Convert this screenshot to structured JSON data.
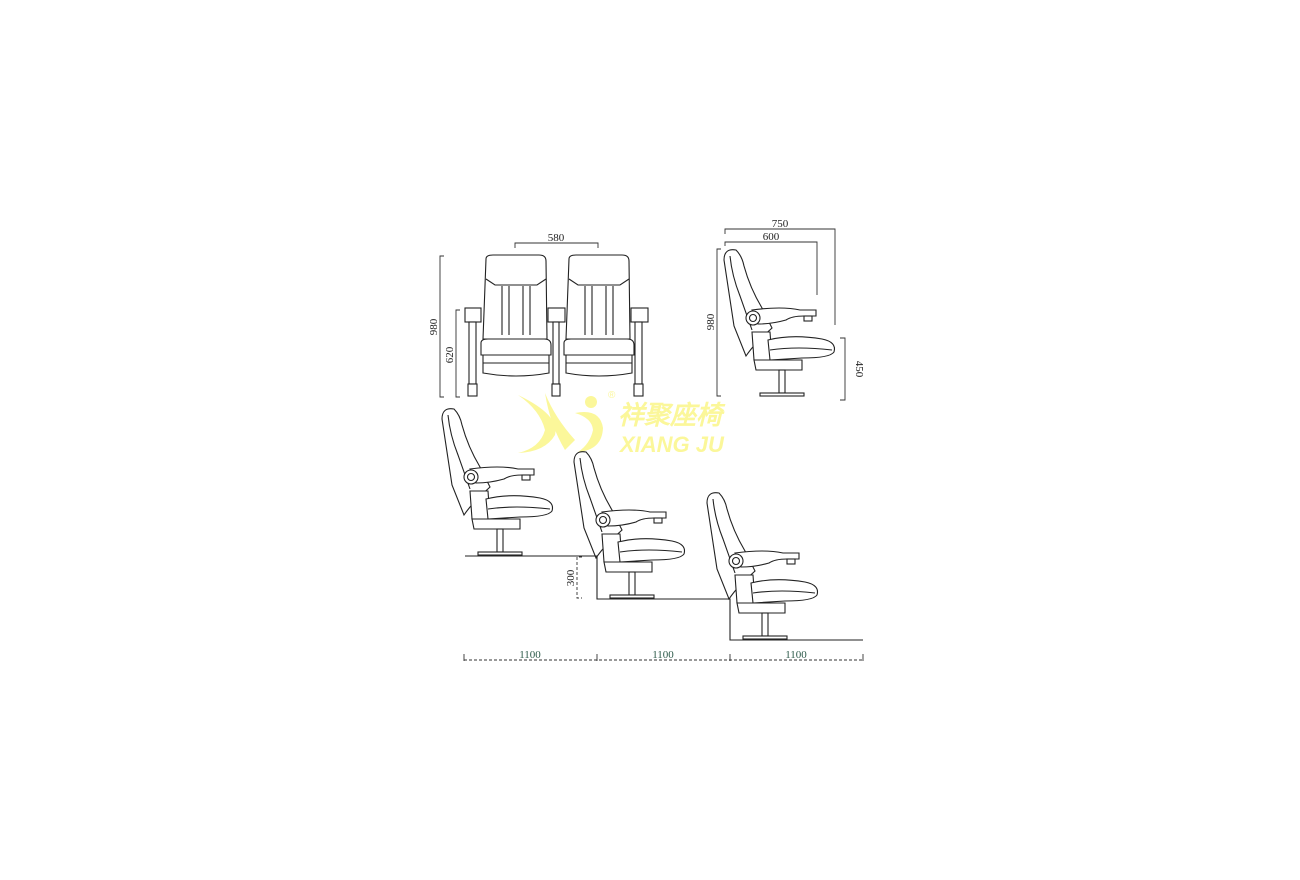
{
  "drawing": {
    "front_view": {
      "width_label": "580",
      "height_label": "980",
      "arm_height_label": "620"
    },
    "side_view": {
      "depth_label": "750",
      "seat_depth_label": "600",
      "height_label": "980",
      "seat_height_label": "450"
    },
    "tier_view": {
      "step_height_label": "300",
      "row_spacing_labels": [
        "1100",
        "1100",
        "1100"
      ]
    }
  },
  "logo": {
    "chinese": "祥聚座椅",
    "english": "XIANG JU",
    "registered": "®",
    "color": "#fbf79a"
  }
}
